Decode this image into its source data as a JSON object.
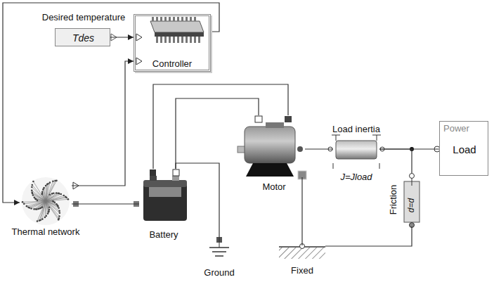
{
  "diagram": {
    "nodes": [
      {
        "text": [
          "Desired temperature",
          "Tdes"
        ]
      },
      {
        "text": [
          "Controller"
        ]
      },
      {
        "text": [
          "Thermal network"
        ]
      },
      {
        "text": [
          "Battery"
        ]
      },
      {
        "text": [
          "Ground"
        ]
      },
      {
        "text": [
          "Motor"
        ]
      },
      {
        "text": [
          "Load inertia",
          "J=Jload"
        ]
      },
      {
        "text": [
          "Friction",
          "d=d"
        ]
      },
      {
        "text": [
          "Power",
          "Load"
        ]
      },
      {
        "text": [
          "Fixed"
        ]
      }
    ],
    "edges": [
      {
        "from": 0,
        "to": 1,
        "arrow": "to"
      },
      {
        "from": 1,
        "to": 2,
        "arrow": "to"
      },
      {
        "from": 2,
        "to": 1,
        "arrow": "to"
      },
      {
        "from": 2,
        "to": 3,
        "arrow": "none"
      },
      {
        "from": 3,
        "to": 5,
        "arrow": "none"
      },
      {
        "from": 3,
        "to": 5,
        "arrow": "none"
      },
      {
        "from": 3,
        "to": 4,
        "arrow": "none"
      },
      {
        "from": 5,
        "to": 6,
        "arrow": "none"
      },
      {
        "from": 6,
        "to": 8,
        "arrow": "none"
      },
      {
        "from": 6,
        "to": 7,
        "arrow": "none"
      },
      {
        "from": 5,
        "to": 9,
        "arrow": "none"
      },
      {
        "from": 7,
        "to": 9,
        "arrow": "none"
      }
    ]
  }
}
